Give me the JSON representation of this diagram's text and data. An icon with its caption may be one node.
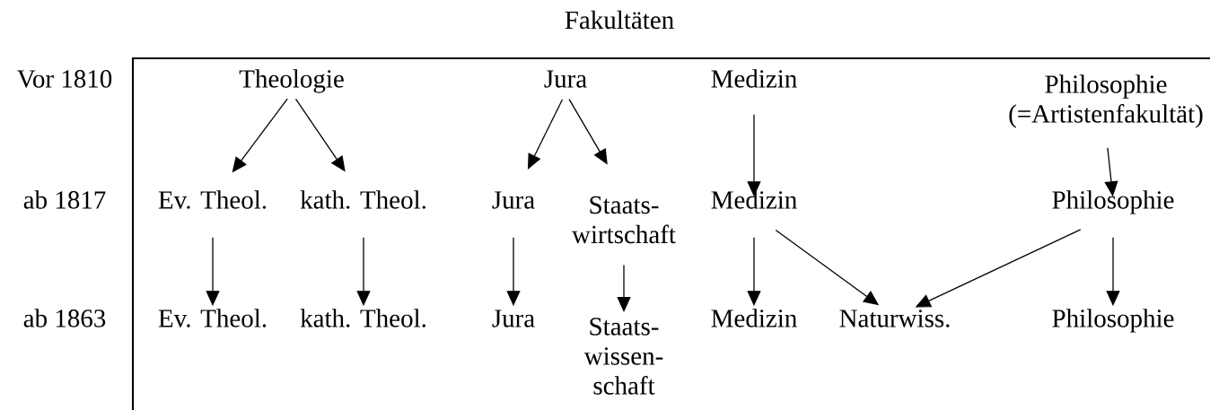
{
  "diagram": {
    "title": "Fakultäten",
    "nodes": [
      {
        "text": [
          "Theologie"
        ]
      },
      {
        "text": [
          "Jura"
        ]
      },
      {
        "text": [
          "Medizin"
        ]
      },
      {
        "text": [
          "Philosophie (=Artistenfakultät)"
        ]
      },
      {
        "text": [
          "Ev. Theol."
        ]
      },
      {
        "text": [
          "kath. Theol."
        ]
      },
      {
        "text": [
          "Jura"
        ]
      },
      {
        "text": [
          "Staats- wirtschaft"
        ]
      },
      {
        "text": [
          "Medizin"
        ]
      },
      {
        "text": [
          "Philosophie"
        ]
      },
      {
        "text": [
          "Ev. Theol."
        ]
      },
      {
        "text": [
          "kath. Theol."
        ]
      },
      {
        "text": [
          "Jura"
        ]
      },
      {
        "text": [
          "Staats- wissen- schaft"
        ]
      },
      {
        "text": [
          "Medizin"
        ]
      },
      {
        "text": [
          "Naturwiss."
        ]
      },
      {
        "text": [
          "Philosophie"
        ]
      }
    ],
    "edges": [
      {
        "from": 0,
        "to": 4,
        "arrow": "to"
      },
      {
        "from": 0,
        "to": 5,
        "arrow": "to"
      },
      {
        "from": 1,
        "to": 6,
        "arrow": "to"
      },
      {
        "from": 1,
        "to": 7,
        "arrow": "to"
      },
      {
        "from": 2,
        "to": 8,
        "arrow": "to"
      },
      {
        "from": 3,
        "to": 9,
        "arrow": "to"
      },
      {
        "from": 4,
        "to": 10,
        "arrow": "to"
      },
      {
        "from": 5,
        "to": 11,
        "arrow": "to"
      },
      {
        "from": 6,
        "to": 12,
        "arrow": "to"
      },
      {
        "from": 7,
        "to": 13,
        "arrow": "to"
      },
      {
        "from": 8,
        "to": 14,
        "arrow": "to"
      },
      {
        "from": 8,
        "to": 15,
        "arrow": "to"
      },
      {
        "from": 9,
        "to": 15,
        "arrow": "to"
      },
      {
        "from": 9,
        "to": 16,
        "arrow": "to"
      }
    ],
    "labels": [
      "Vor 1810",
      "ab 1817",
      "ab 1863"
    ]
  }
}
